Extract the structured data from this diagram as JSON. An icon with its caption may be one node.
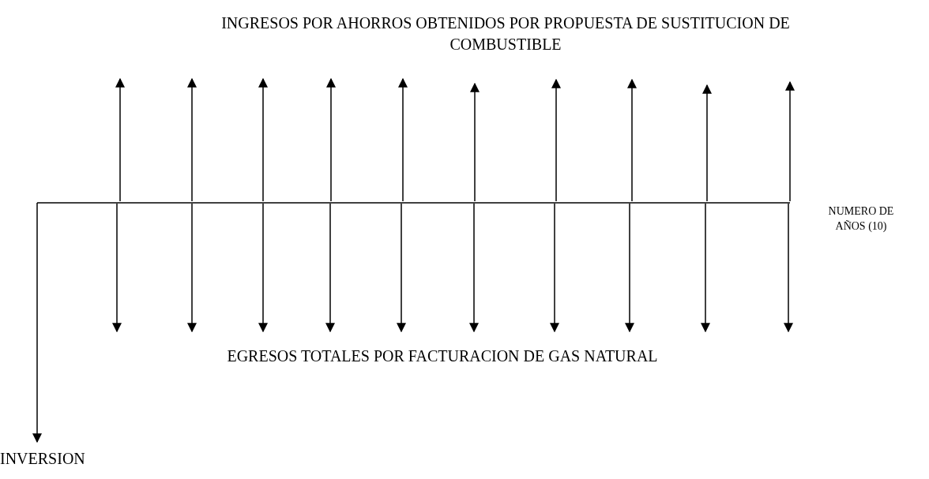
{
  "diagram": {
    "labels": [
      "INGRESOS POR AHORROS OBTENIDOS POR PROPUESTA DE SUSTITUCION DE COMBUSTIBLE",
      "NUMERO DE AÑOS (10)",
      "EGRESOS TOTALES POR FACTURACION DE GAS NATURAL",
      "INVERSION"
    ]
  }
}
